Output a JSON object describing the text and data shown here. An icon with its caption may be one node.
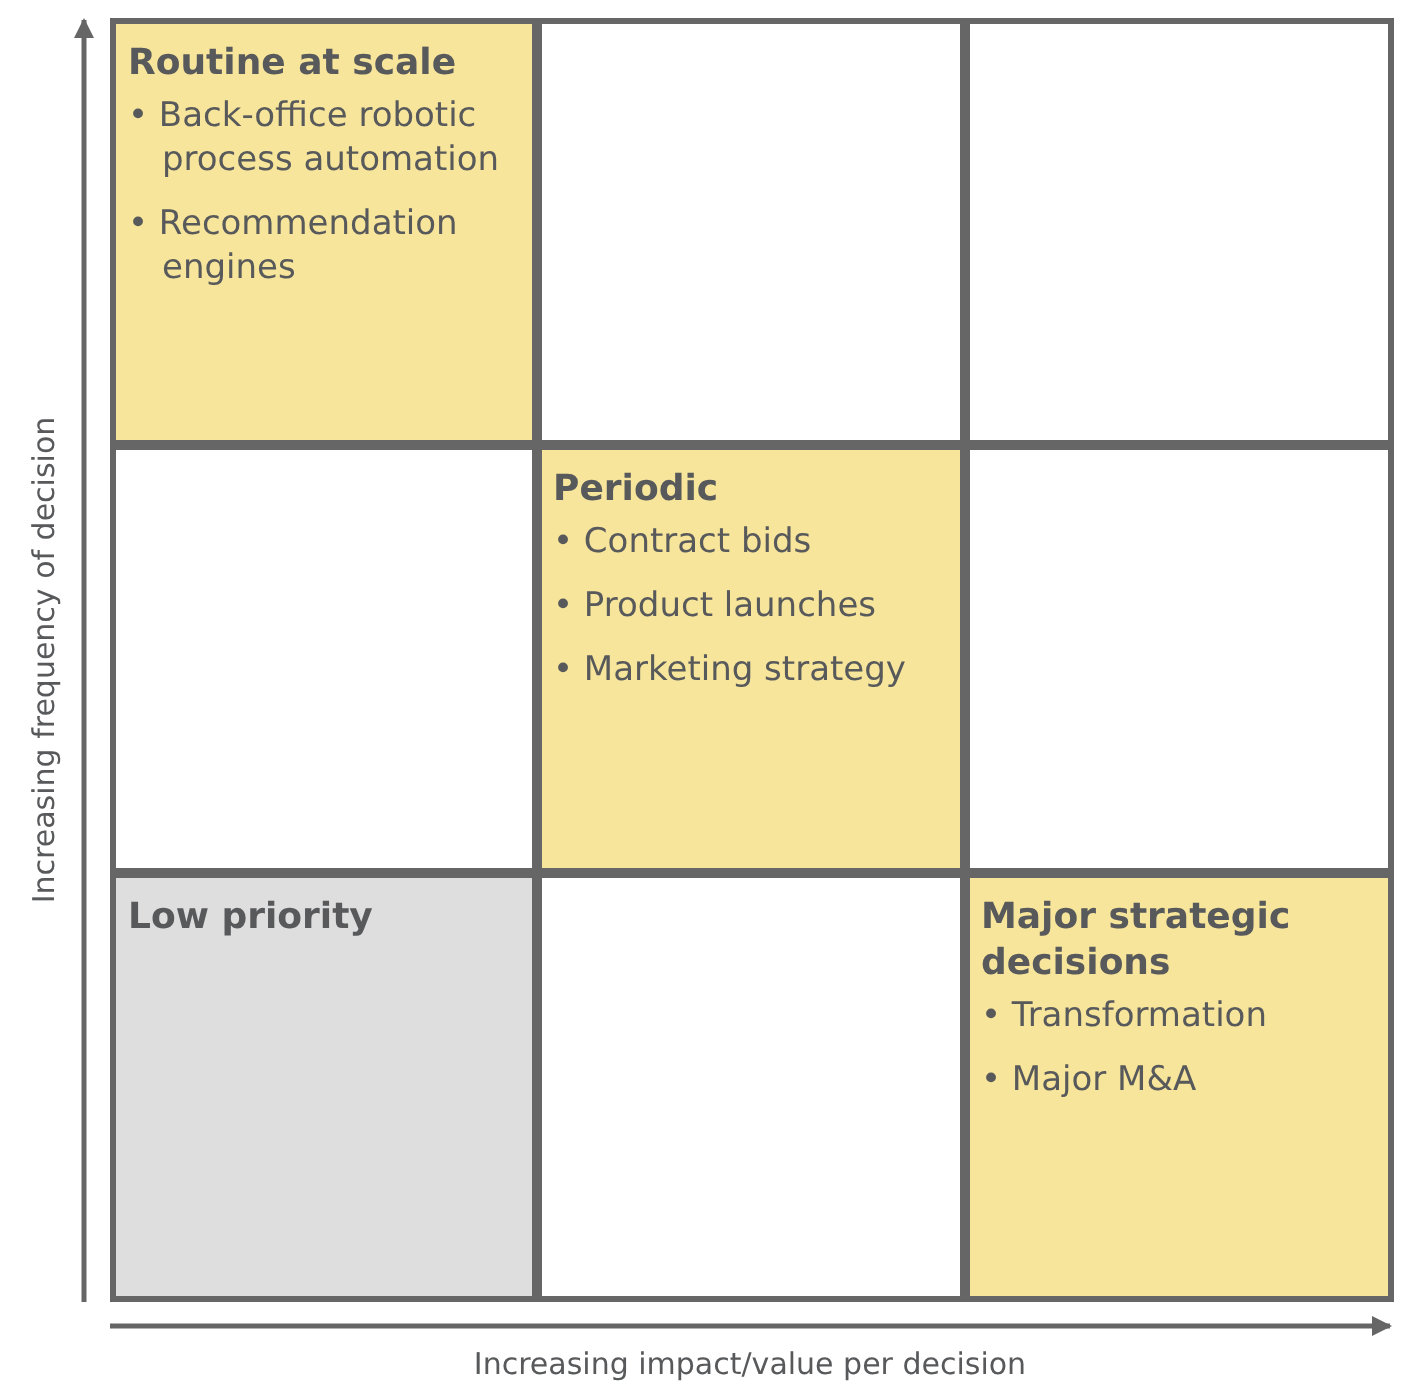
{
  "diagram": {
    "nodes": [
      {
        "text": [
          "Routine at scale",
          "• Back-office robotic process automation",
          "• Recommendation engines"
        ]
      },
      {
        "text": [],
        "shape": "box"
      },
      {
        "text": [],
        "shape": "box"
      },
      {
        "text": [],
        "shape": "box"
      },
      {
        "text": [
          "Periodic",
          "• Contract bids",
          "• Product launches",
          "• Marketing strategy"
        ]
      },
      {
        "text": [],
        "shape": "box"
      },
      {
        "text": [
          "Low priority"
        ]
      },
      {
        "text": [],
        "shape": "box"
      },
      {
        "text": [
          "Major strategic decisions",
          "• Transformation",
          "• Major M&A"
        ]
      }
    ],
    "labels": [
      "Increasing frequency of decision",
      "Increasing impact/value per decision"
    ]
  }
}
